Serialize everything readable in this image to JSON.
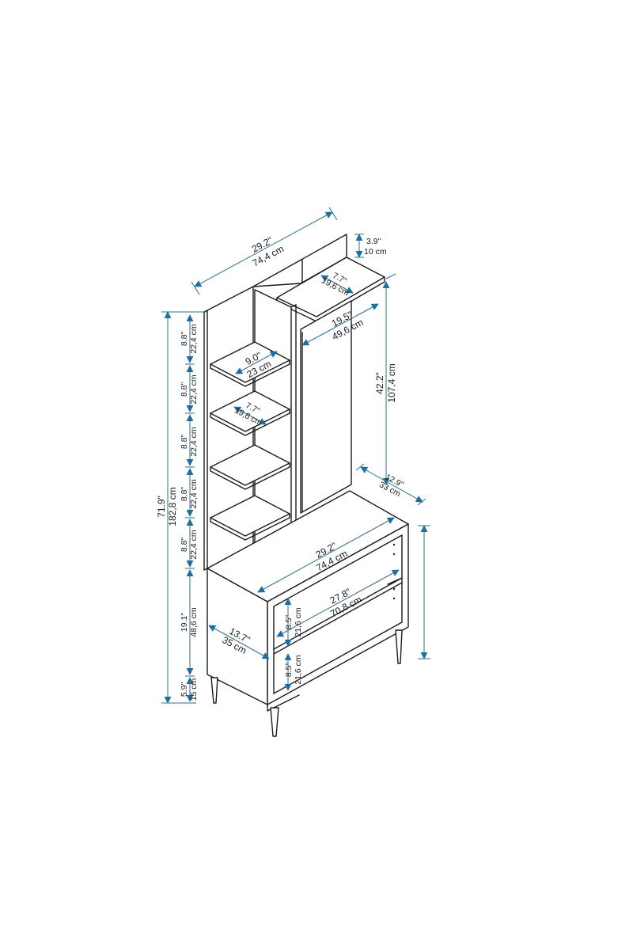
{
  "colors": {
    "line": "#1b1b1b",
    "dimension": "#2f6f8f",
    "arrow": "#1e6fa0",
    "background": "#ffffff"
  },
  "dimensions": {
    "top_width": {
      "in": "29.2\"",
      "cm": "74,4 cm"
    },
    "top_panel": {
      "in": "3.9\"",
      "cm": "10 cm"
    },
    "top_depth": {
      "in": "7.7\"",
      "cm": "19,6 cm"
    },
    "inner_width": {
      "in": "19.5\"",
      "cm": "49,6 cm"
    },
    "hanger_height": {
      "in": "42.2\"",
      "cm": "107,4 cm"
    },
    "base_depth": {
      "in": "12.9\"",
      "cm": "33 cm"
    },
    "base_width": {
      "in": "29.2\"",
      "cm": "74,4 cm"
    },
    "shelf_inner_width": {
      "in": "27.8\"",
      "cm": "70,8 cm"
    },
    "compartment_upper": {
      "in": "8.5\"",
      "cm": "21,6 cm"
    },
    "compartment_lower": {
      "in": "8.5\"",
      "cm": "21,6 cm"
    },
    "cabinet_depth": {
      "in": "13.7\"",
      "cm": "35 cm"
    },
    "small_shelf_width": {
      "in": "9.0\"",
      "cm": "23 cm"
    },
    "small_shelf_depth": {
      "in": "7.7\"",
      "cm": "19,6 cm"
    },
    "total_height": {
      "in": "71.9\"",
      "cm": "182,8 cm"
    },
    "shelf_gaps": [
      {
        "in": "8.8\"",
        "cm": "22,4 cm"
      },
      {
        "in": "8.8\"",
        "cm": "22,4 cm"
      },
      {
        "in": "8.8\"",
        "cm": "22,4 cm"
      },
      {
        "in": "8.8\"",
        "cm": "22,4 cm"
      },
      {
        "in": "8.8\"",
        "cm": "22,4 cm"
      }
    ],
    "cabinet_height": {
      "in": "19.1\"",
      "cm": "48,6 cm"
    },
    "leg_height": {
      "in": "5.9\"",
      "cm": "15 cm"
    }
  }
}
